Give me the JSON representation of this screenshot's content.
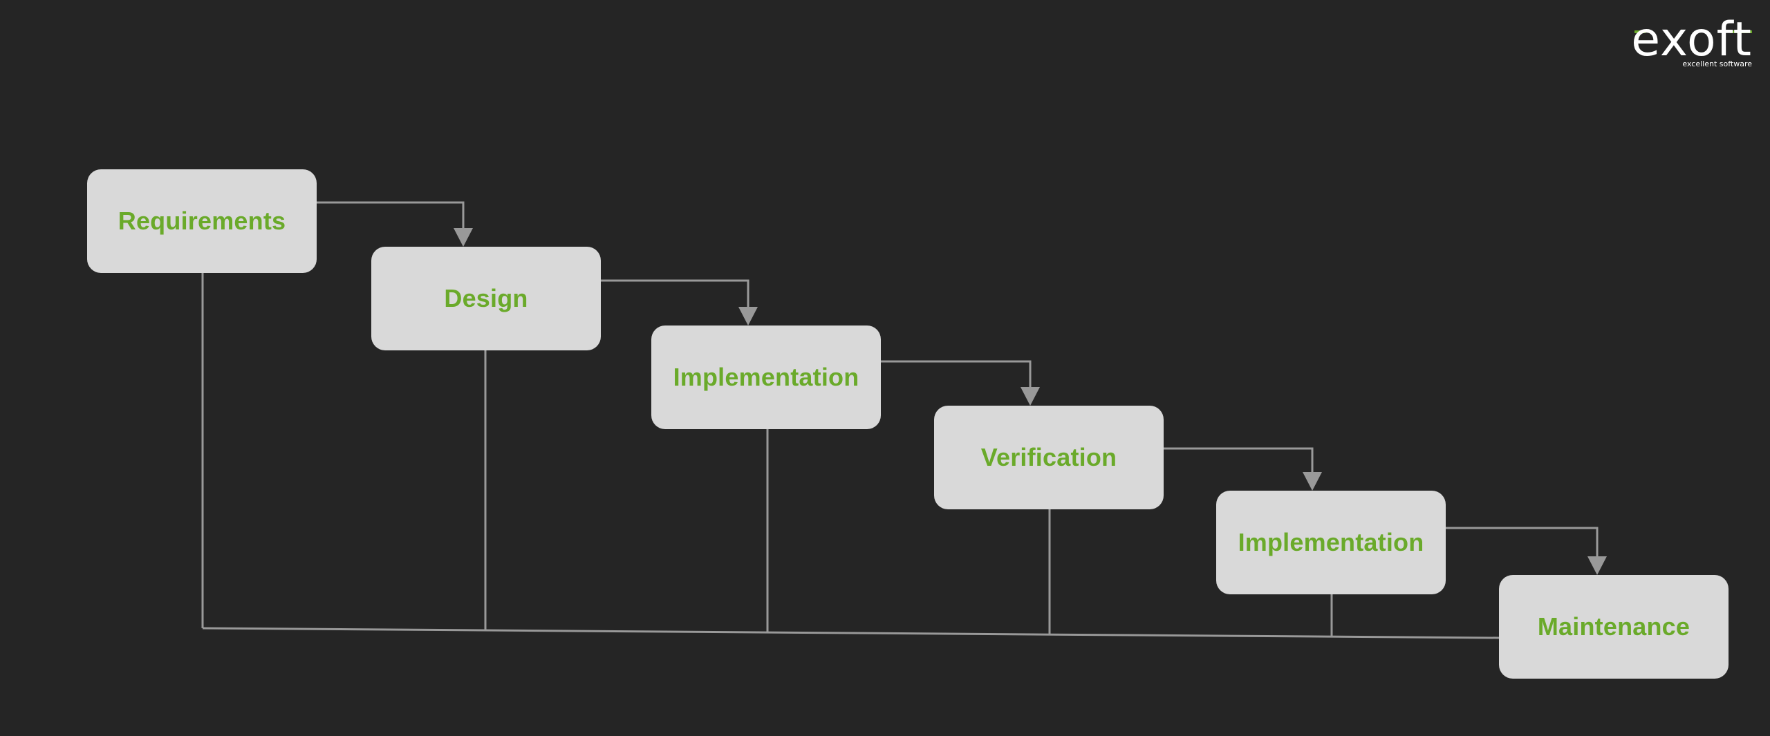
{
  "logo": {
    "wordmark": "exoft",
    "tagline": "excellent software",
    "accent_color": "#6aaa2a"
  },
  "stages": [
    {
      "label": "Requirements"
    },
    {
      "label": "Design"
    },
    {
      "label": "Implementation"
    },
    {
      "label": "Verification"
    },
    {
      "label": "Implementation"
    },
    {
      "label": "Maintenance"
    }
  ],
  "colors": {
    "background": "#252525",
    "box": "#d9d9d9",
    "label": "#6aaa2a",
    "connector": "#999999"
  }
}
